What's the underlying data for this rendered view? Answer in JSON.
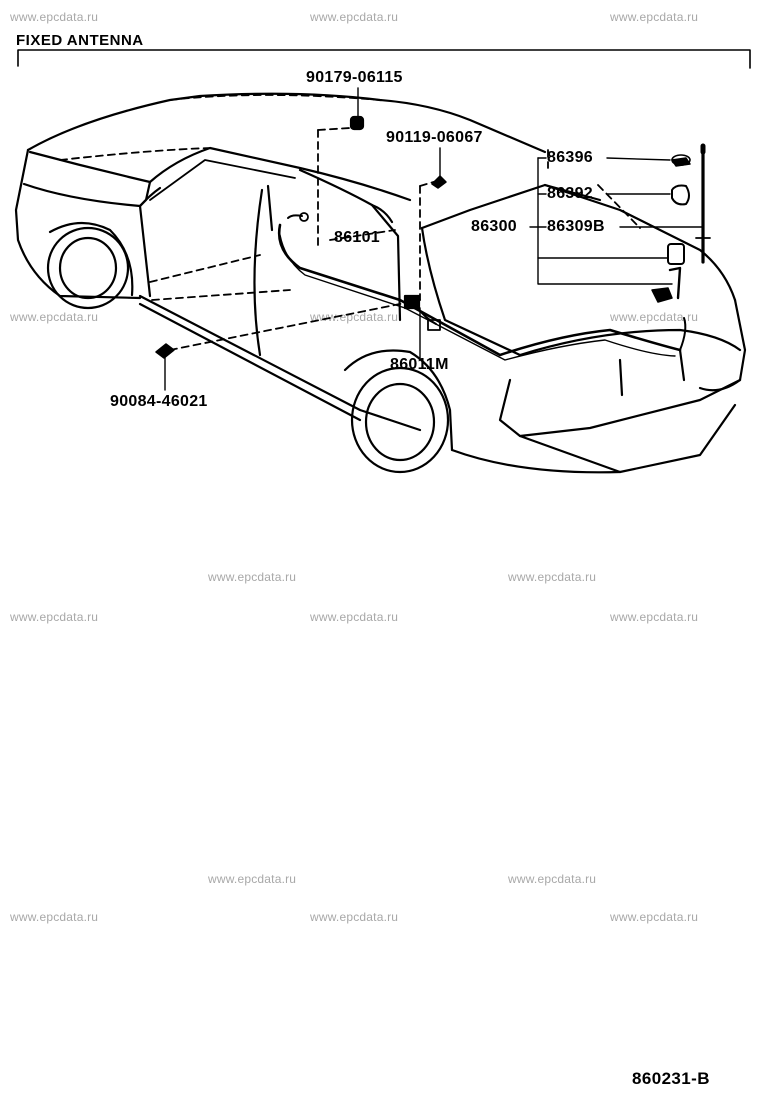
{
  "title": "FIXED ANTENNA",
  "watermark": "www.epcdata.ru",
  "parts": {
    "p90179": "90179-06115",
    "p90119": "90119-06067",
    "p86396": "86396",
    "p86392": "86392",
    "p86300": "86300",
    "p86309B": "86309B",
    "p86101": "86101",
    "p86011M": "86011M",
    "p90084": "90084-46021"
  },
  "diagram_code": "860231-B"
}
